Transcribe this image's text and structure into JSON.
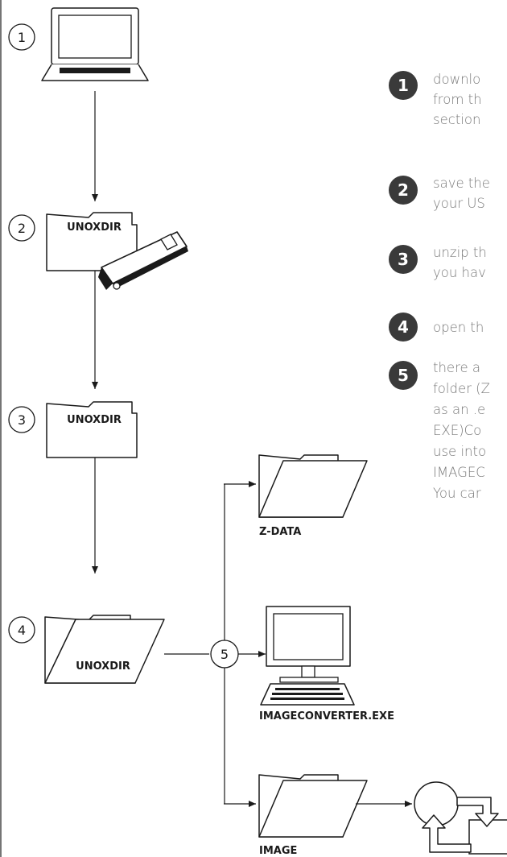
{
  "steps": [
    "1",
    "2",
    "3",
    "4",
    "5"
  ],
  "folders": {
    "unoxdir_2": "UNOXDIR",
    "unoxdir_3": "UNOXDIR",
    "unoxdir_4": "UNOXDIR",
    "zdata": "Z-DATA",
    "imageconverter": "IMAGECONVERTER.EXE",
    "image": "IMAGE"
  },
  "instructions": [
    {
      "num": "1",
      "lines": [
        "downlo",
        "from th",
        "section"
      ]
    },
    {
      "num": "2",
      "lines": [
        "save the",
        "your US"
      ]
    },
    {
      "num": "3",
      "lines": [
        "unzip th",
        "you hav"
      ]
    },
    {
      "num": "4",
      "lines": [
        "open th"
      ]
    },
    {
      "num": "5",
      "lines": [
        "there a",
        "folder (Z",
        "as an .e",
        "EXE)Co",
        "use into",
        "IMAGEC",
        "You car"
      ]
    }
  ],
  "colors": {
    "dark": "#1a1a1a",
    "instruction_text": "#7a7a7a",
    "step_fill": "#3a3a3a"
  }
}
